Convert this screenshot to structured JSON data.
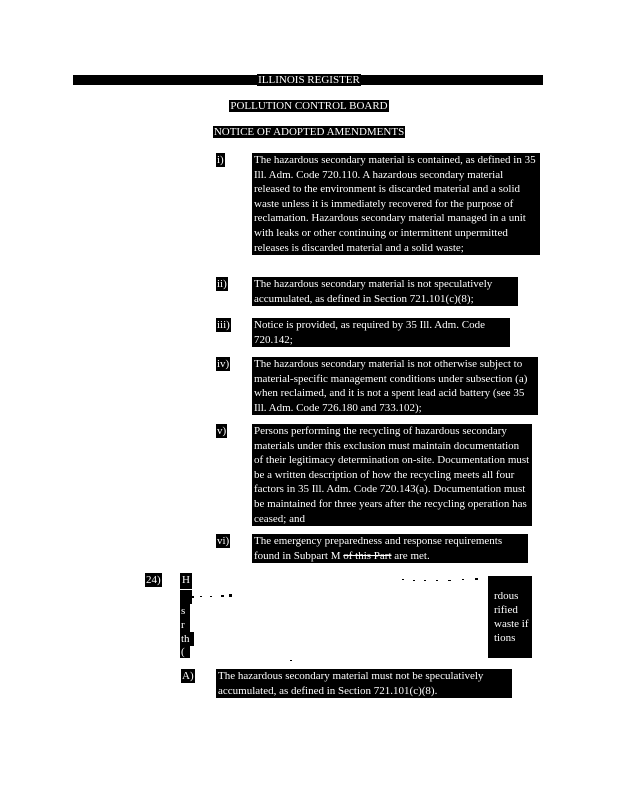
{
  "header": {
    "register": "ILLINOIS REGISTER",
    "board": "POLLUTION CONTROL BOARD",
    "notice": "NOTICE OF ADOPTED AMENDMENTS"
  },
  "items": [
    {
      "label": "i)",
      "text": "The hazardous secondary material is contained, as defined in 35 Ill. Adm. Code 720.110. A hazardous secondary material released to the environment is discarded material and a solid waste unless it is immediately recovered for the purpose of reclamation. Hazardous secondary material managed in a unit with leaks or other continuing or intermittent unpermitted releases is discarded material and a solid waste;"
    },
    {
      "label": "ii)",
      "text": "The hazardous secondary material is not speculatively accumulated, as defined in Section 721.101(c)(8);"
    },
    {
      "label": "iii)",
      "text": "Notice is provided, as required by 35 Ill. Adm. Code 720.142;"
    },
    {
      "label": "iv)",
      "text": "The hazardous secondary material is not otherwise subject to material-specific management conditions under subsection (a) when reclaimed, and it is not a spent lead acid battery (see 35 Ill. Adm. Code 726.180 and 733.102);"
    },
    {
      "label": "v)",
      "text": "Persons performing the recycling of hazardous secondary materials under this exclusion must maintain documentation of their legitimacy determination on-site. Documentation must be a written description of how the recycling meets all four factors in 35 Ill. Adm. Code 720.143(a). Documentation must be maintained for three years after the recycling operation has ceased; and"
    },
    {
      "label": "vi)",
      "text_before": "The emergency preparedness and response requirements found in Subpart M",
      "text_struck": "of this Part",
      "text_after": " are met."
    }
  ],
  "section24": {
    "label": "24)",
    "fragments": {
      "lead": "H",
      "r1": "rdous",
      "l2": "s",
      "r2": "rified",
      "l3": "r",
      "r3": "waste if",
      "l4": "th",
      "r4": "tions",
      "l5": "("
    }
  },
  "subitemA": {
    "label": "A)",
    "text": "The hazardous secondary material must not be speculatively accumulated, as defined in Section 721.101(c)(8)."
  }
}
